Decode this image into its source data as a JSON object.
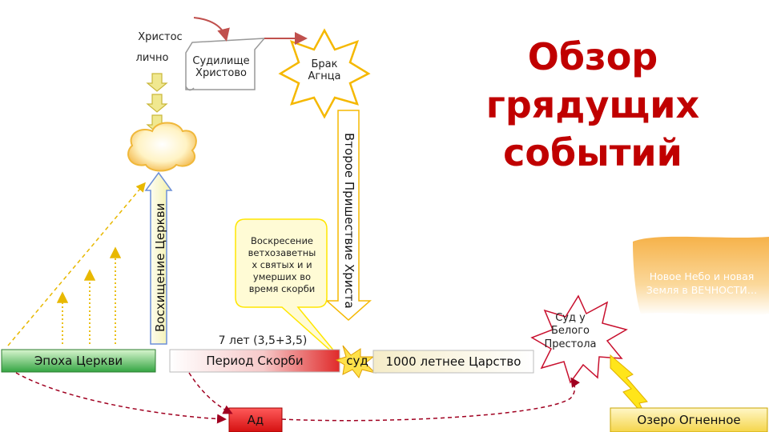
{
  "title_line1": "Обзор грядущих",
  "title_line2": "событий",
  "christ_label": "Христос",
  "personally_label": "лично",
  "judgment_seat": {
    "line1": "Судилище",
    "line2": "Христово"
  },
  "marriage_lamb": {
    "line1": "Брак",
    "line2": "Агнца"
  },
  "rapture": "Восхищение Церкви",
  "second_coming": "Второе Пришествие Христа",
  "resurrection": {
    "lines": [
      "Воскресение",
      "ветхозаветны",
      "х святых и и",
      "умерших во",
      "время скорби"
    ]
  },
  "seven_years": "7 лет (3,5+3,5)",
  "church_age": "Эпоха Церкви",
  "tribulation": "Период Скорби",
  "judgment": "суд",
  "millennium": "1000 летнее Царство",
  "white_throne": {
    "lines": [
      "Суд у",
      "Белого",
      "Престола"
    ]
  },
  "new_heaven": {
    "line1": "Новое Небо и новая",
    "line2": "Земля в ВЕЧНОСТИ…"
  },
  "hades": "Ад",
  "lake_fire": "Озеро Огненное",
  "colors": {
    "title": "#c00000",
    "church_age": "#2e9e3f",
    "tribulation": "#d92b2b",
    "hades": "#e21b1b",
    "sun": "#f5b800",
    "arrow_brown": "#c0504d",
    "eternity": "#f5b24a"
  }
}
